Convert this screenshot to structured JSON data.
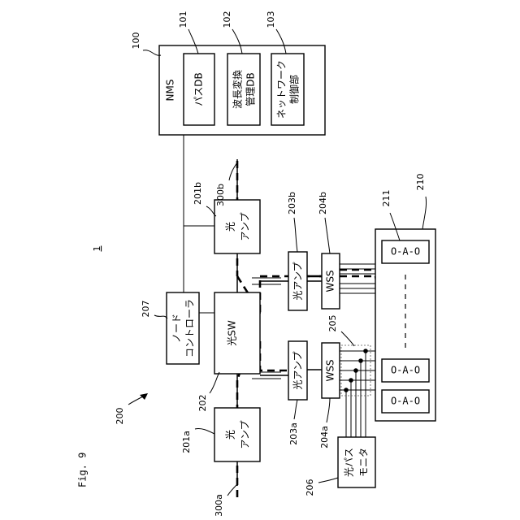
{
  "figure_label": "Fig. 9",
  "system_ref": "1",
  "refs": {
    "system_200": "200",
    "nms_100": "100",
    "db_101": "101",
    "db_102": "102",
    "ctrl_103": "103",
    "controller_207": "207",
    "amp_201a": "201a",
    "amp_201b": "201b",
    "sw_202": "202",
    "amp_203a": "203a",
    "amp_203b": "203b",
    "wss_204a": "204a",
    "wss_204b": "204b",
    "coupler_205": "205",
    "monitor_206": "206",
    "transponder_group_210": "210",
    "transponder_211": "211",
    "line_300a": "300a",
    "line_300b": "300b"
  },
  "labels": {
    "nms": "NMS",
    "path_db": "パスDB",
    "wl_conv_db_1": "波長変換",
    "wl_conv_db_2": "管理DB",
    "net_ctrl_1": "ネットワーク",
    "net_ctrl_2": "制御部",
    "node_ctrl_1": "ノード",
    "node_ctrl_2": "コントローラ",
    "optical_sw": "光SW",
    "amp_1": "光",
    "amp_2": "アンプ",
    "amp_side": "光アンプ",
    "wss": "WSS",
    "monitor_1": "光パス",
    "monitor_2": "モニタ",
    "oao": "O-A-O"
  }
}
